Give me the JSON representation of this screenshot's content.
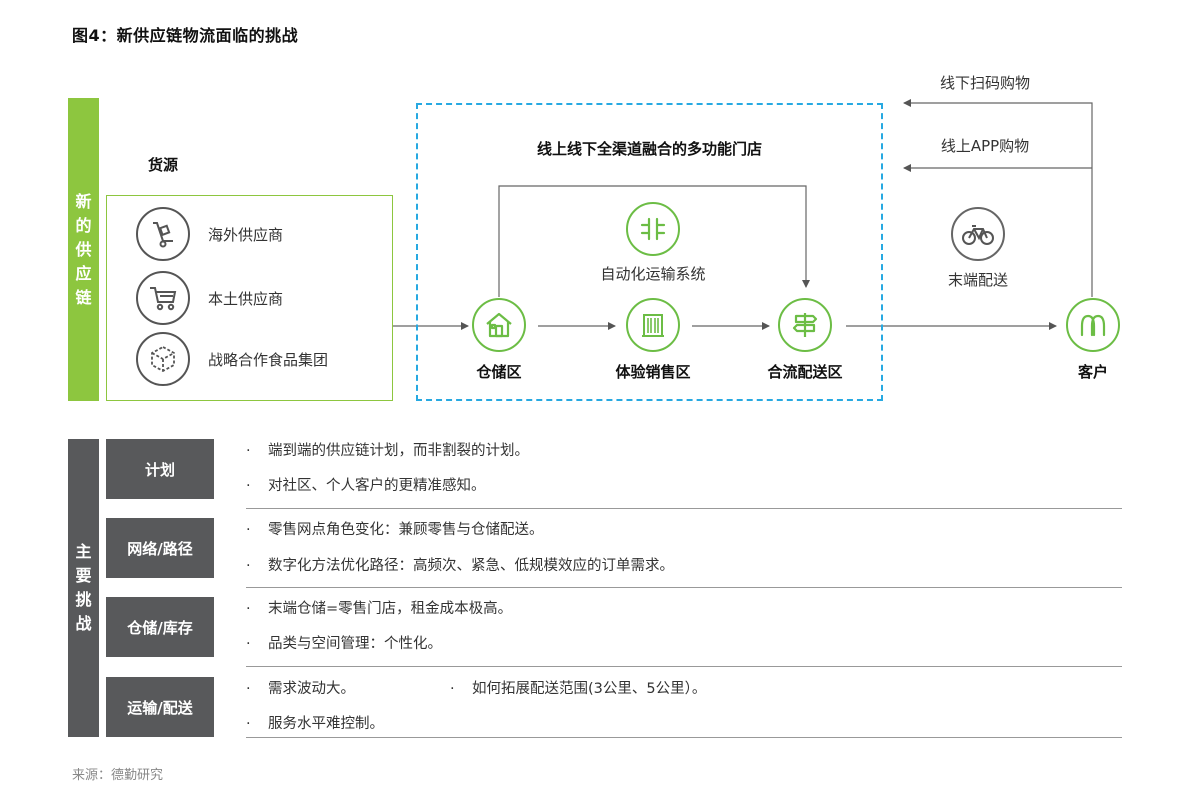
{
  "title": "图4：新供应链物流面临的挑战",
  "left_bar_new": "新的供应链",
  "left_bar_challenge": "主要挑战",
  "sources": {
    "label": "货源",
    "items": [
      "海外供应商",
      "本土供应商",
      "战略合作食品集团"
    ]
  },
  "store": {
    "title": "线上线下全渠道融合的多功能门店",
    "automation": "自动化运输系统",
    "nodes": [
      "仓储区",
      "体验销售区",
      "合流配送区"
    ]
  },
  "customer": {
    "offline": "线下扫码购物",
    "online": "线上APP购物",
    "last_mile": "末端配送",
    "label": "客户"
  },
  "challenges": [
    {
      "category": "计划",
      "bullets": [
        "端到端的供应链计划，而非割裂的计划。",
        "对社区、个人客户的更精准感知。"
      ]
    },
    {
      "category": "网络/路径",
      "bullets": [
        "零售网点角色变化：兼顾零售与仓储配送。",
        "数字化方法优化路径：高频次、紧急、低规模效应的订单需求。"
      ]
    },
    {
      "category": "仓储/库存",
      "bullets": [
        "末端仓储=零售门店，租金成本极高。",
        "品类与空间管理：个性化。"
      ]
    },
    {
      "category": "运输/配送",
      "bullets": [
        "需求波动大。",
        "服务水平难控制。"
      ],
      "extra_bullet": "如何拓展配送范围(3公里、5公里）。"
    }
  ],
  "bullet_symbol": "·",
  "footer": "来源：德勤研究",
  "colors": {
    "green": "#6cbd45",
    "bar_green": "#8dc63f",
    "dark_grey": "#58595b",
    "dash_blue": "#27a9e1"
  }
}
